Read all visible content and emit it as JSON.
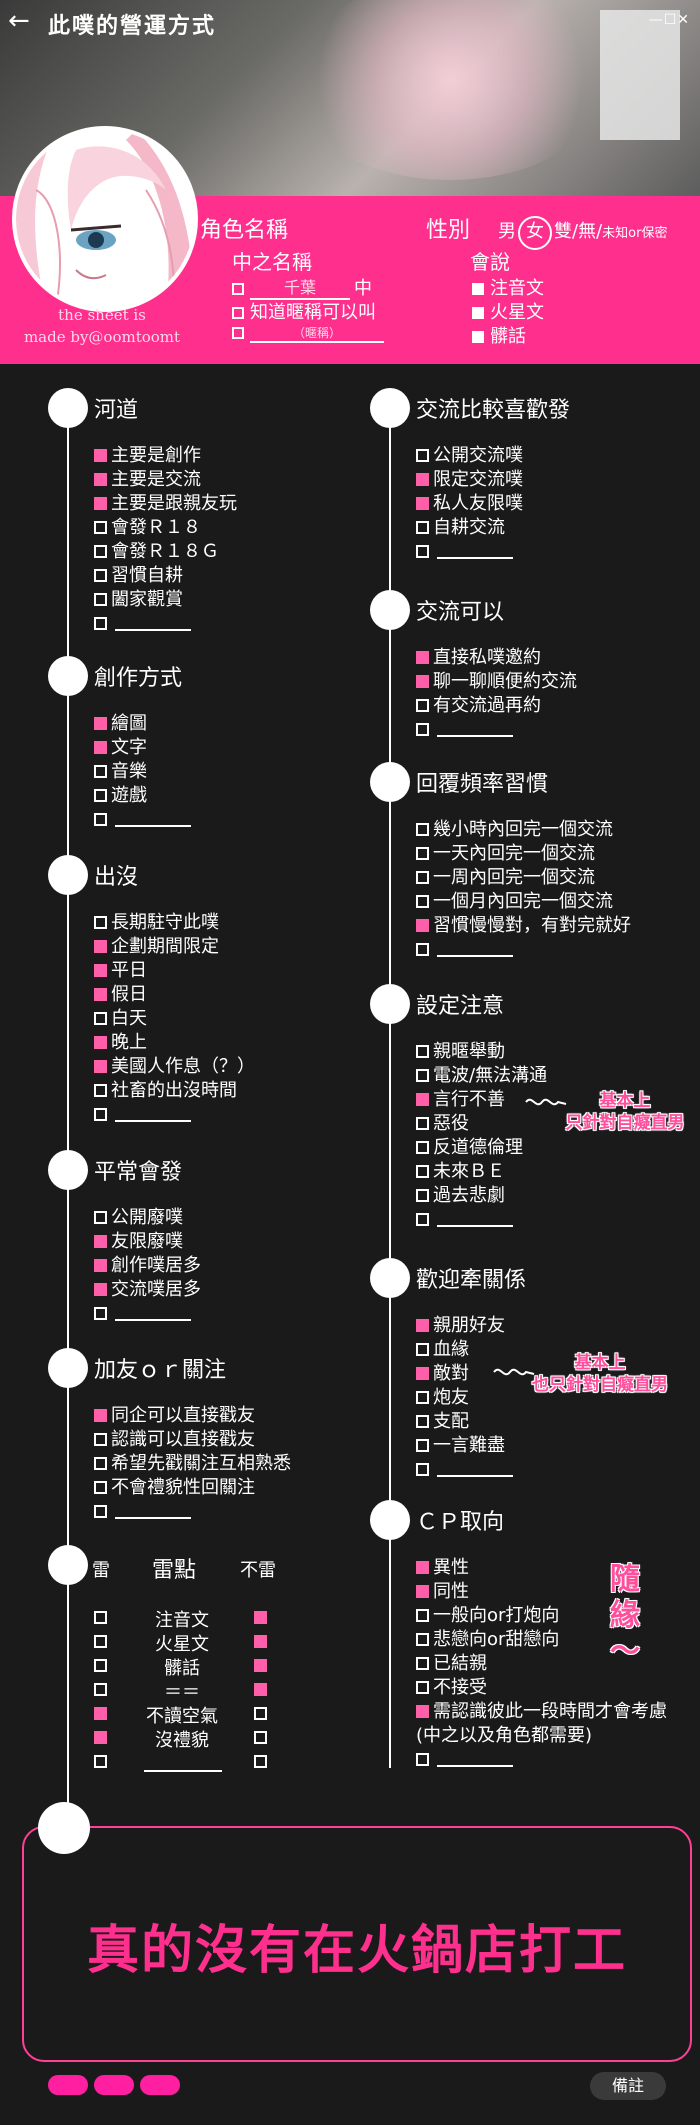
{
  "header": {
    "title": "此噗的營運方式",
    "window_controls": "—☐✕"
  },
  "profile": {
    "note_line1": "the sheet is",
    "note_line2": "made by@oomtoomt",
    "char_name_label": "角色名稱",
    "gender_label": "性別",
    "gender_male": "男",
    "gender_female": "女",
    "gender_rest": "雙/無/",
    "gender_unknown": "未知or保密",
    "cn_name_label": "中之名稱",
    "cn_name_value": "千葉",
    "cn_name_suffix": "中",
    "cn_nick_label": "知道暱稱可以叫",
    "cn_nick_hint": "（暱稱）",
    "speak_label": "會說",
    "speak_items": [
      "注音文",
      "火星文",
      "髒話"
    ]
  },
  "left_sections": [
    {
      "title": "河道",
      "items": [
        {
          "t": "主要是創作",
          "on": true
        },
        {
          "t": "主要是交流",
          "on": true
        },
        {
          "t": "主要是跟親友玩",
          "on": true
        },
        {
          "t": "會發Ｒ１８",
          "on": false
        },
        {
          "t": "會發Ｒ１８Ｇ",
          "on": false
        },
        {
          "t": "習慣自耕",
          "on": false
        },
        {
          "t": "闔家觀賞",
          "on": false
        },
        {
          "t": "",
          "on": false,
          "blank": true
        }
      ]
    },
    {
      "title": "創作方式",
      "items": [
        {
          "t": "繪圖",
          "on": true
        },
        {
          "t": "文字",
          "on": true
        },
        {
          "t": "音樂",
          "on": false
        },
        {
          "t": "遊戲",
          "on": false
        },
        {
          "t": "",
          "on": false,
          "blank": true
        }
      ]
    },
    {
      "title": "出沒",
      "items": [
        {
          "t": "長期駐守此噗",
          "on": false
        },
        {
          "t": "企劃期間限定",
          "on": true
        },
        {
          "t": "平日",
          "on": true
        },
        {
          "t": "假日",
          "on": true
        },
        {
          "t": "白天",
          "on": false
        },
        {
          "t": "晚上",
          "on": true
        },
        {
          "t": "美國人作息（？）",
          "on": true
        },
        {
          "t": "社畜的出沒時間",
          "on": false
        },
        {
          "t": "",
          "on": false,
          "blank": true
        }
      ]
    },
    {
      "title": "平常會發",
      "items": [
        {
          "t": "公開廢噗",
          "on": false
        },
        {
          "t": "友限廢噗",
          "on": true
        },
        {
          "t": "創作噗居多",
          "on": true
        },
        {
          "t": "交流噗居多",
          "on": true
        },
        {
          "t": "",
          "on": false,
          "blank": true
        }
      ]
    },
    {
      "title": "加友ｏｒ關注",
      "items": [
        {
          "t": "同企可以直接戳友",
          "on": true
        },
        {
          "t": "認識可以直接戳友",
          "on": false
        },
        {
          "t": "希望先戳關注互相熟悉",
          "on": false
        },
        {
          "t": "不會禮貌性回關注",
          "on": false
        },
        {
          "t": "",
          "on": false,
          "blank": true
        }
      ]
    }
  ],
  "right_sections": [
    {
      "title": "交流比較喜歡發",
      "items": [
        {
          "t": "公開交流噗",
          "on": false
        },
        {
          "t": "限定交流噗",
          "on": true
        },
        {
          "t": "私人友限噗",
          "on": true
        },
        {
          "t": "自耕交流",
          "on": false
        },
        {
          "t": "",
          "on": false,
          "blank": true
        }
      ]
    },
    {
      "title": "交流可以",
      "items": [
        {
          "t": "直接私噗邀約",
          "on": true
        },
        {
          "t": "聊一聊順便約交流",
          "on": true
        },
        {
          "t": "有交流過再約",
          "on": false
        },
        {
          "t": "",
          "on": false,
          "blank": true
        }
      ]
    },
    {
      "title": "回覆頻率習慣",
      "items": [
        {
          "t": "幾小時內回完一個交流",
          "on": false
        },
        {
          "t": "一天內回完一個交流",
          "on": false
        },
        {
          "t": "一周內回完一個交流",
          "on": false
        },
        {
          "t": "一個月內回完一個交流",
          "on": false
        },
        {
          "t": "習慣慢慢對，有對完就好",
          "on": true
        },
        {
          "t": "",
          "on": false,
          "blank": true
        }
      ]
    },
    {
      "title": "設定注意",
      "items": [
        {
          "t": "親暱舉動",
          "on": false
        },
        {
          "t": "電波/無法溝通",
          "on": false
        },
        {
          "t": "言行不善",
          "on": true
        },
        {
          "t": "惡役",
          "on": false
        },
        {
          "t": "反道德倫理",
          "on": false
        },
        {
          "t": "未來ＢＥ",
          "on": false
        },
        {
          "t": "過去悲劇",
          "on": false
        },
        {
          "t": "",
          "on": false,
          "blank": true
        }
      ]
    },
    {
      "title": "歡迎牽關係",
      "items": [
        {
          "t": "親朋好友",
          "on": true
        },
        {
          "t": "血緣",
          "on": false
        },
        {
          "t": "敵對",
          "on": true
        },
        {
          "t": "炮友",
          "on": false
        },
        {
          "t": "支配",
          "on": false
        },
        {
          "t": "一言難盡",
          "on": false
        },
        {
          "t": "",
          "on": false,
          "blank": true
        }
      ]
    },
    {
      "title": "ＣＰ取向",
      "items": [
        {
          "t": "異性",
          "on": true
        },
        {
          "t": "同性",
          "on": true
        },
        {
          "t": "一般向or打炮向",
          "on": false
        },
        {
          "t": "悲戀向or甜戀向",
          "on": false
        },
        {
          "t": "已結親",
          "on": false
        },
        {
          "t": "不接受",
          "on": false
        },
        {
          "t": "需認識彼此一段時間才會考慮",
          "on": true
        },
        {
          "t": "(中之以及角色都需要)",
          "on": false,
          "nobox": true
        },
        {
          "t": "",
          "on": false,
          "blank": true
        }
      ]
    }
  ],
  "annotations": {
    "settings_note_1": "基本上",
    "settings_note_2": "只針對自癡直男",
    "relation_note_1": "基本上",
    "relation_note_2": "也只針對自癡直男",
    "cp_note": "隨緣～"
  },
  "mines": {
    "mine_label": "雷",
    "title": "雷點",
    "ok_label": "不雷",
    "rows": [
      {
        "t": "注音文",
        "mine": false,
        "ok": true
      },
      {
        "t": "火星文",
        "mine": false,
        "ok": true
      },
      {
        "t": "髒話",
        "mine": false,
        "ok": true
      },
      {
        "t": "＝＝",
        "mine": false,
        "ok": true
      },
      {
        "t": "不讀空氣",
        "mine": true,
        "ok": false
      },
      {
        "t": "沒禮貌",
        "mine": true,
        "ok": false
      },
      {
        "t": "",
        "mine": false,
        "ok": false,
        "blank": true
      }
    ]
  },
  "remarks": {
    "text": "真的沒有在火鍋店打工",
    "label": "備註"
  },
  "colors": {
    "accent": "#ff2f8e",
    "checked": "#ff5fa8",
    "background": "#1a1a1a"
  }
}
